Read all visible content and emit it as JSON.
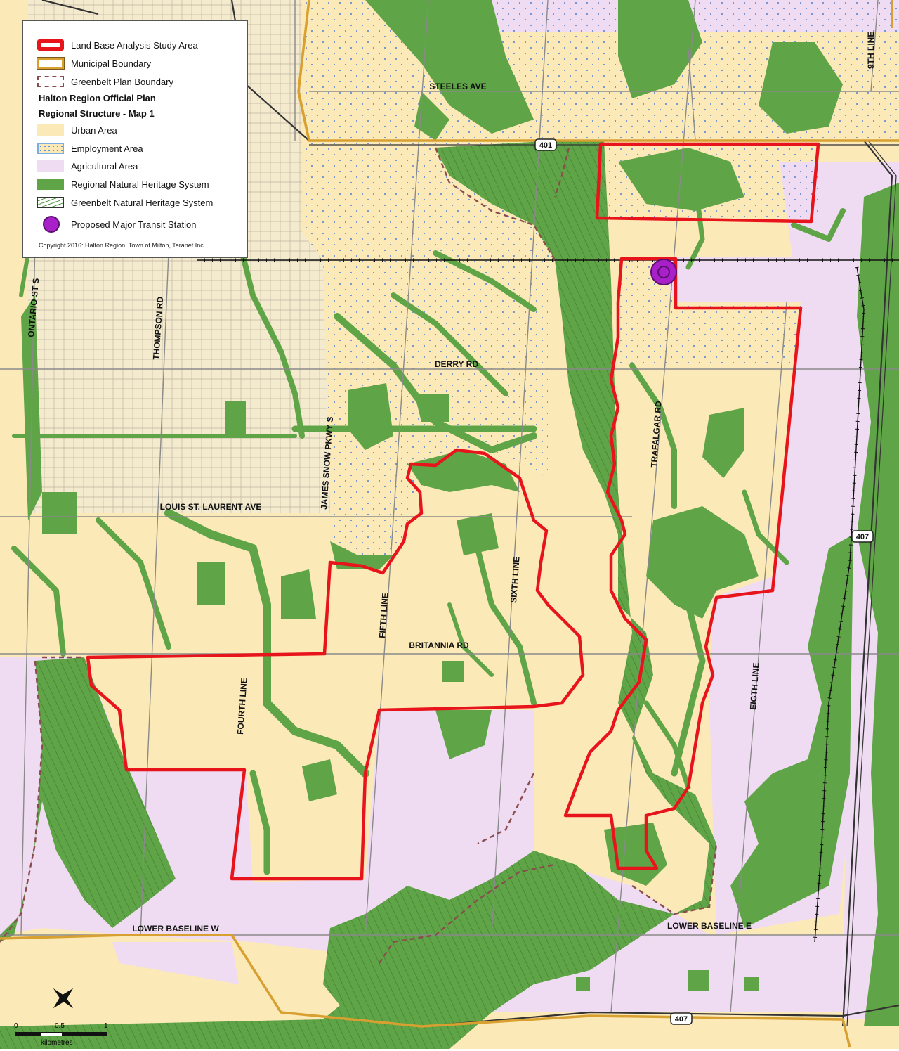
{
  "legend": {
    "study_area": "Land Base Analysis Study Area",
    "municipal_boundary": "Municipal Boundary",
    "greenbelt_boundary": "Greenbelt Plan Boundary",
    "heading_1": "Halton Region Official Plan",
    "heading_2": "Regional Structure - Map 1",
    "urban_area": "Urban Area",
    "employment_area": "Employment Area",
    "agricultural_area": "Agricultural Area",
    "regional_nhs": "Regional Natural Heritage System",
    "greenbelt_nhs": "Greenbelt Natural Heritage System",
    "transit_station": "Proposed Major Transit Station",
    "copyright": "Copyright 2016: Halton Region, Town of Milton, Teranet Inc."
  },
  "roads": {
    "steeles": "STEELES AVE",
    "ninth_line": "9TH LINE",
    "ontario": "ONTARIO ST S",
    "thompson": "THOMPSON RD",
    "derry": "DERRY RD",
    "james_snow": "JAMES SNOW PKWY S",
    "trafalgar": "TRAFALGAR RD",
    "louis": "LOUIS ST. LAURENT AVE",
    "fifth": "FIFTH LINE",
    "sixth": "SIXTH LINE",
    "britannia": "BRITANNIA RD",
    "fourth": "FOURTH LINE",
    "eigth": "EIGTH LINE",
    "lower_w": "LOWER BASELINE W",
    "lower_e": "LOWER BASELINE E"
  },
  "shields": {
    "hwy401": "401",
    "hwy407_east": "407",
    "hwy407_south": "407"
  },
  "scale": {
    "t0": "0",
    "t1": "0.5",
    "t2": "1",
    "unit": "kilometres"
  },
  "colors": {
    "urban": "#fce9b8",
    "agricultural": "#f0dcf2",
    "regional_nhs": "#5fa447",
    "study_area": "#e8141c",
    "municipal": "#d8a030",
    "greenbelt": "#8a4d4d",
    "station": "#a820c8"
  }
}
